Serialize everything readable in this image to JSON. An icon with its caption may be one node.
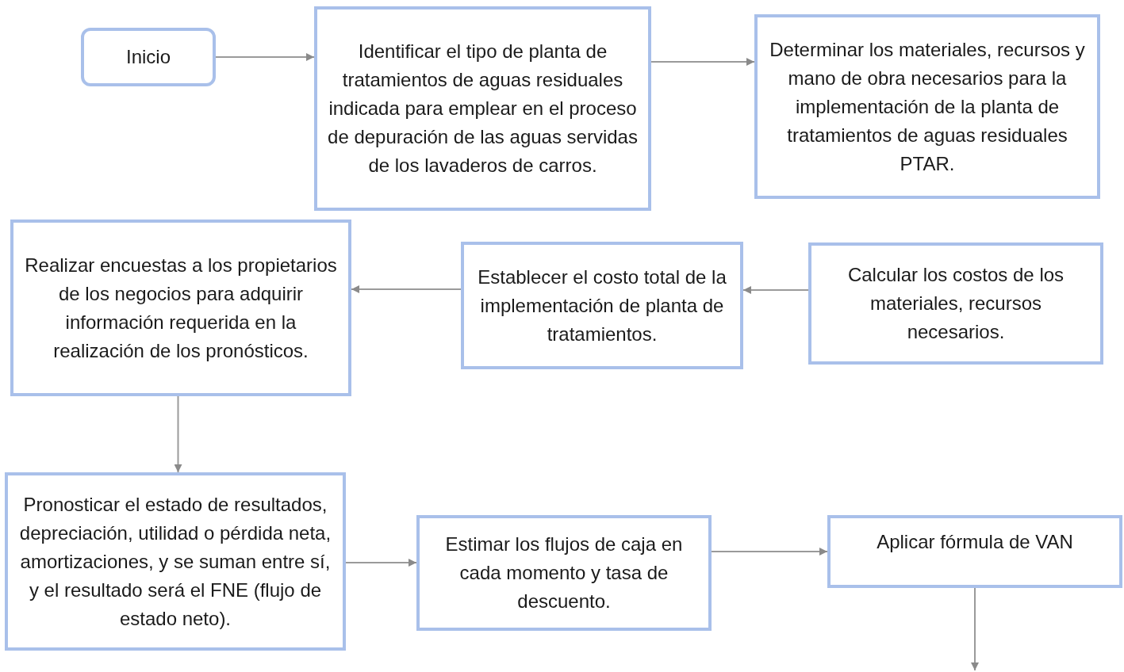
{
  "diagram": {
    "nodes": [
      {
        "text": [
          "Inicio"
        ]
      },
      {
        "text": [
          "Identificar el tipo de planta de tratamientos de aguas residuales indicada para emplear en el proceso de depuración de las aguas servidas de los lavaderos de carros."
        ]
      },
      {
        "text": [
          "Determinar los materiales, recursos y mano de obra necesarios para la implementación de la planta de tratamientos de aguas residuales PTAR."
        ]
      },
      {
        "text": [
          "Realizar encuestas a los propietarios de los negocios para adquirir información requerida en la realización de los pronósticos."
        ]
      },
      {
        "text": [
          "Establecer el costo total de la implementación de planta de tratamientos."
        ]
      },
      {
        "text": [
          "Calcular los costos de los materiales, recursos necesarios."
        ]
      },
      {
        "text": [
          "Pronosticar el estado de resultados, depreciación, utilidad o pérdida neta, amortizaciones, y se suman entre sí, y el resultado será el FNE (flujo de estado neto)."
        ]
      },
      {
        "text": [
          "Estimar los flujos de caja en cada momento y tasa de descuento."
        ]
      },
      {
        "text": [
          "Aplicar fórmula de VAN"
        ]
      }
    ],
    "edges": [
      {
        "from": 0,
        "to": 1,
        "arrow": "to"
      },
      {
        "from": 1,
        "to": 2,
        "arrow": "to"
      },
      {
        "from": 5,
        "to": 4,
        "arrow": "to"
      },
      {
        "from": 4,
        "to": 3,
        "arrow": "to"
      },
      {
        "from": 3,
        "to": 6,
        "arrow": "to"
      },
      {
        "from": 6,
        "to": 7,
        "arrow": "to"
      },
      {
        "from": 7,
        "to": 8,
        "arrow": "to"
      },
      {
        "from": 8,
        "to": null,
        "arrow": "to"
      }
    ]
  }
}
